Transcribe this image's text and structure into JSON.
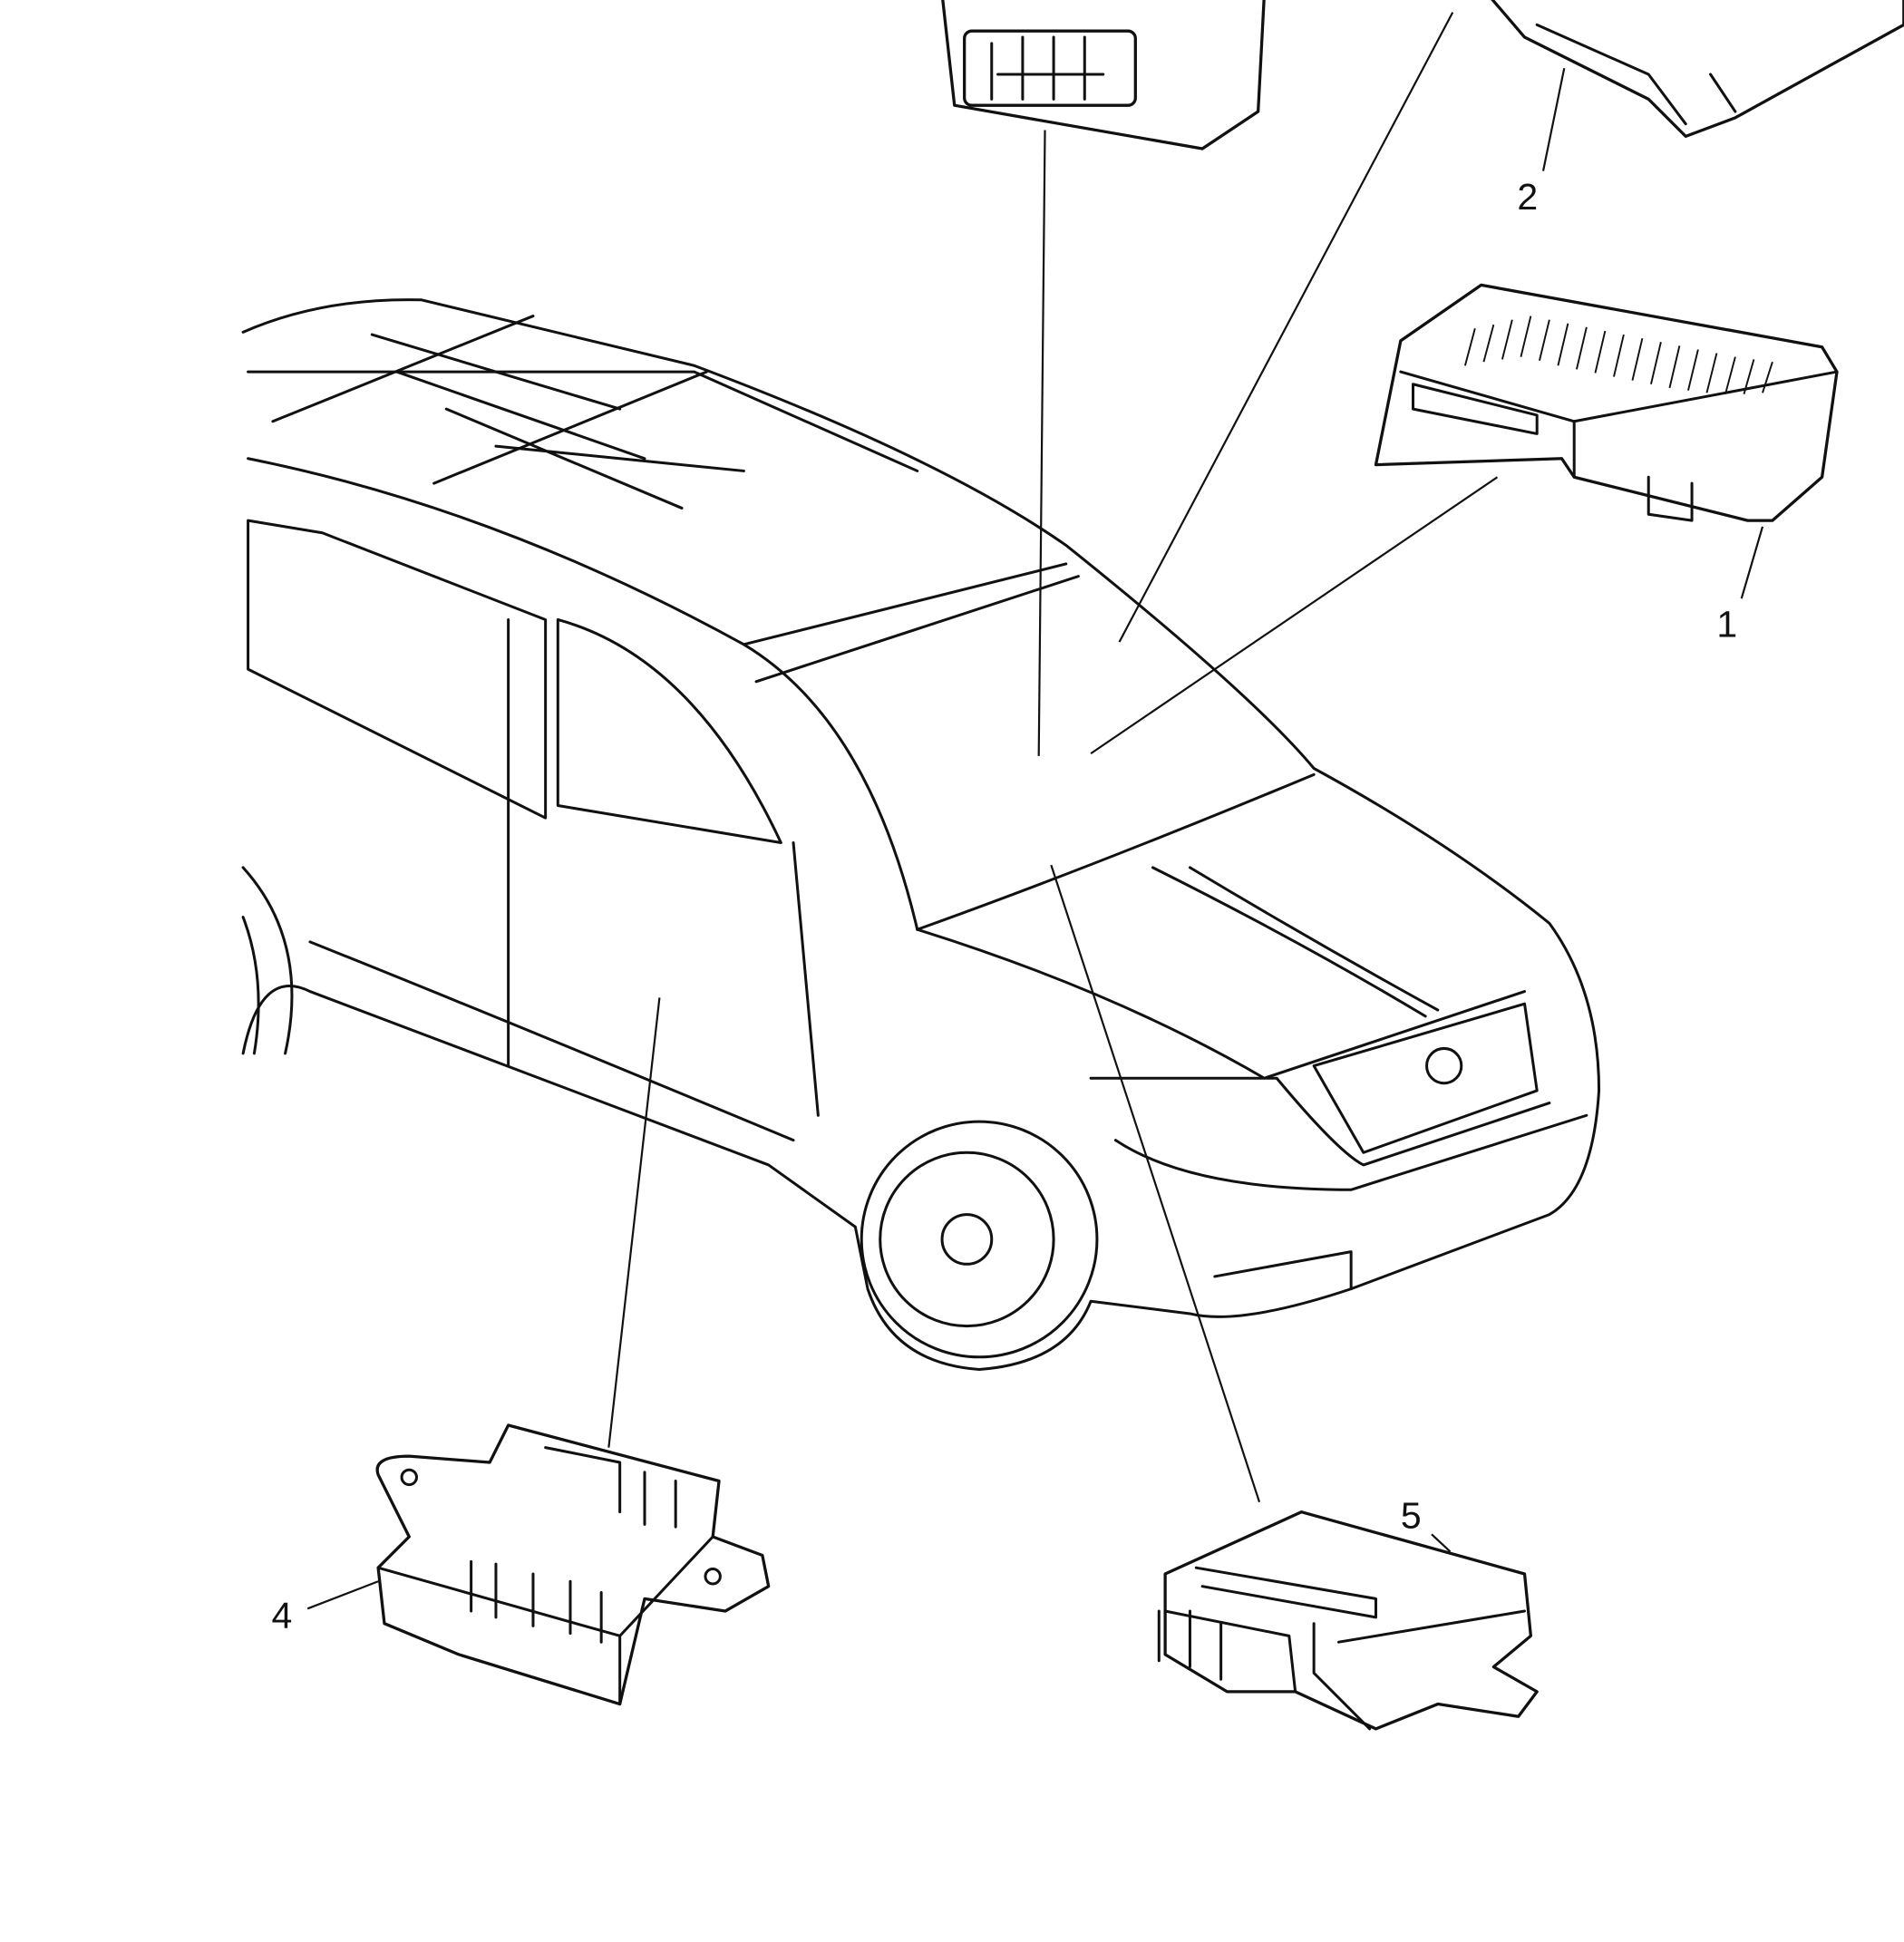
{
  "diagram": {
    "callouts": [
      {
        "id": "1",
        "label": "1"
      },
      {
        "id": "2",
        "label": "2"
      },
      {
        "id": "4",
        "label": "4"
      },
      {
        "id": "5",
        "label": "5"
      }
    ]
  }
}
